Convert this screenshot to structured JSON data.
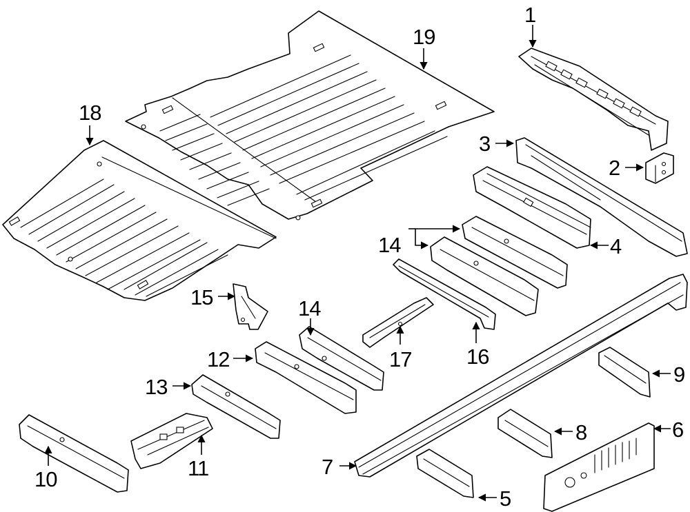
{
  "callouts": [
    {
      "id": "1",
      "text": "1"
    },
    {
      "id": "2",
      "text": "2"
    },
    {
      "id": "3",
      "text": "3"
    },
    {
      "id": "4",
      "text": "4"
    },
    {
      "id": "5",
      "text": "5"
    },
    {
      "id": "6",
      "text": "6"
    },
    {
      "id": "7",
      "text": "7"
    },
    {
      "id": "8",
      "text": "8"
    },
    {
      "id": "9",
      "text": "9"
    },
    {
      "id": "10",
      "text": "10"
    },
    {
      "id": "11",
      "text": "11"
    },
    {
      "id": "12",
      "text": "12"
    },
    {
      "id": "13",
      "text": "13"
    },
    {
      "id": "14a",
      "text": "14"
    },
    {
      "id": "14b",
      "text": "14"
    },
    {
      "id": "15",
      "text": "15"
    },
    {
      "id": "16",
      "text": "16"
    },
    {
      "id": "17",
      "text": "17"
    },
    {
      "id": "18",
      "text": "18"
    },
    {
      "id": "19",
      "text": "19"
    }
  ],
  "colors": {
    "line": "#000000",
    "background": "#ffffff"
  }
}
